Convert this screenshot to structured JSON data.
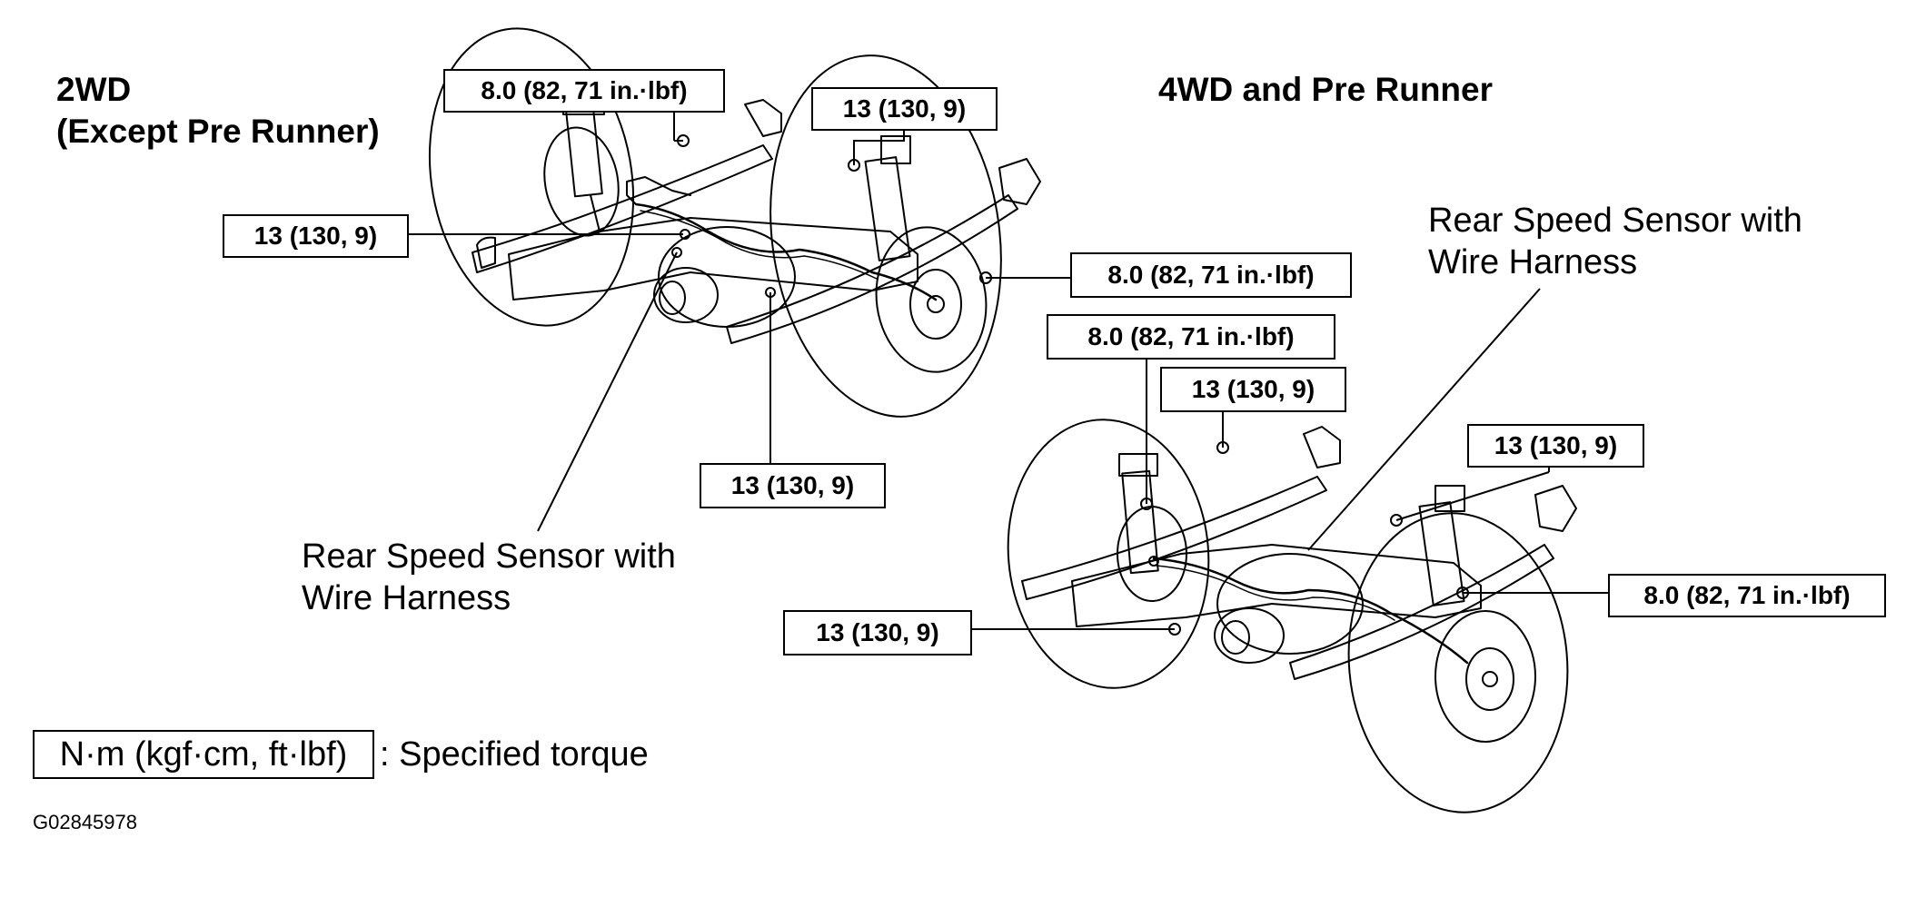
{
  "headings": {
    "left_line1": "2WD",
    "left_line2": "(Except Pre Runner)",
    "right": "4WD and Pre Runner"
  },
  "callouts": {
    "c1": "8.0 (82, 71 in.·lbf)",
    "c2": "13 (130, 9)",
    "c3": "13 (130, 9)",
    "c4": "8.0 (82, 71 in.·lbf)",
    "c5": "13 (130, 9)",
    "c6": "8.0 (82, 71 in.·lbf)",
    "c7": "13 (130, 9)",
    "c8": "13 (130, 9)",
    "c9": "8.0 (82, 71 in.·lbf)",
    "c10": "13 (130, 9)"
  },
  "sensor_labels": {
    "left_line1": "Rear Speed Sensor with",
    "left_line2": "Wire Harness",
    "right_line1": "Rear Speed Sensor with",
    "right_line2": "Wire Harness"
  },
  "legend": {
    "unit": "N·m (kgf·cm, ft·lbf)",
    "text": ": Specified torque"
  },
  "figure_id": "G02845978"
}
